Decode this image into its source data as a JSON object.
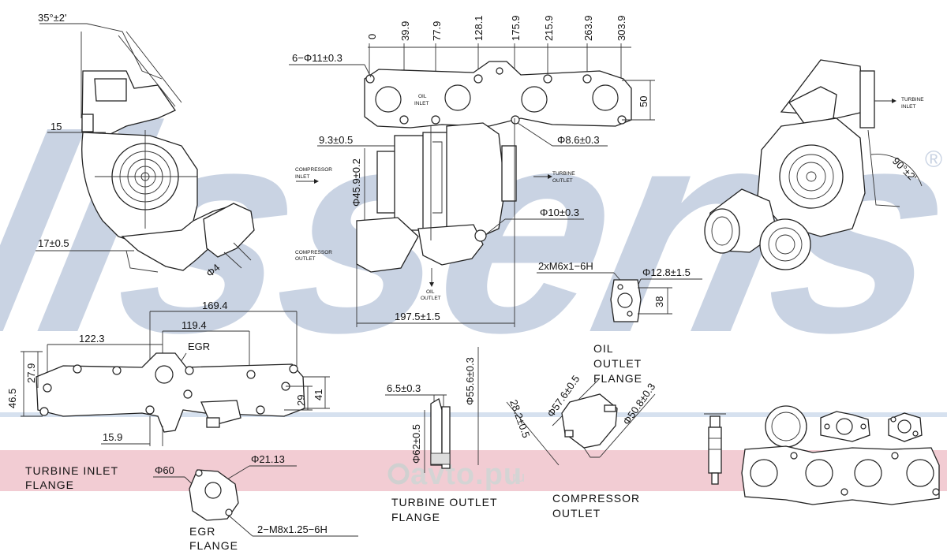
{
  "brand": {
    "watermark": "Nissens",
    "registered_mark": "®",
    "watermark_color": "#c9d3e3",
    "band_color": "#f2ccd3",
    "stripe_color": "#cfdcec"
  },
  "footer_watermark": {
    "text": "avto.pu",
    "domain": ".ru",
    "color": "#d4d4d4"
  },
  "side_view": {
    "angle": "35°±2'",
    "dim_15": "15",
    "dim_17": "17±0.5",
    "dim_phi4": "Φ4"
  },
  "top_flange": {
    "holes": "6−Φ11±0.3",
    "positions": [
      "0",
      "39.9",
      "77.9",
      "128.1",
      "175.9",
      "215.9",
      "263.9",
      "303.9"
    ],
    "dim_height": "50",
    "oil_inlet": [
      "OIL",
      "INLET"
    ],
    "hole_small": "Φ8.6±0.3"
  },
  "center_view": {
    "dim_93": "9.3±0.5",
    "dim_459": "Φ45.9±0.2",
    "compressor_inlet": [
      "COMPRESSOR",
      "INLET"
    ],
    "turbine_outlet": [
      "TURBINE",
      "OUTLET"
    ],
    "compressor_outlet": [
      "COMPRESSOR",
      "OUTLET"
    ],
    "oil_outlet": [
      "OIL",
      "OUTLET"
    ],
    "phi10": "Φ10±0.3",
    "width": "197.5±1.5"
  },
  "oil_flange": {
    "thread": "2xM6x1−6H",
    "diameter": "Φ12.8±1.5",
    "dim_38": "38",
    "label": [
      "OIL",
      "OUTLET",
      "FLANGE"
    ]
  },
  "right_view": {
    "turbine_inlet": [
      "TURBINE",
      "INLET"
    ],
    "angle": "90°±2'"
  },
  "manifold": {
    "dim_169": "169.4",
    "dim_119": "119.4",
    "dim_122": "122.3",
    "egr": "EGR",
    "dim_279": "27.9",
    "dim_465": "46.5",
    "dim_29": "29",
    "dim_41": "41",
    "dim_159": "15.9"
  },
  "turbine_inlet_flange": {
    "label": [
      "TURBINE  INLET",
      "FLANGE"
    ]
  },
  "egr_flange": {
    "phi60": "Φ60",
    "phi2113": "Φ21.13",
    "thread": "2−M8x1.25−6H",
    "label": [
      "EGR",
      "FLANGE"
    ]
  },
  "turbine_outlet_flange": {
    "dim_65": "6.5±0.3",
    "dim_556": "Φ55.6±0.3",
    "dim_62": "Φ62±0.5",
    "label": [
      "TURBINE  OUTLET",
      "FLANGE"
    ]
  },
  "compressor_outlet_flange": {
    "dim_282": "28.2±0.5",
    "dim_576": "Φ57.6±0.5",
    "dim_508": "Φ50.8±0.3",
    "label": [
      "COMPRESSOR",
      "OUTLET"
    ]
  }
}
